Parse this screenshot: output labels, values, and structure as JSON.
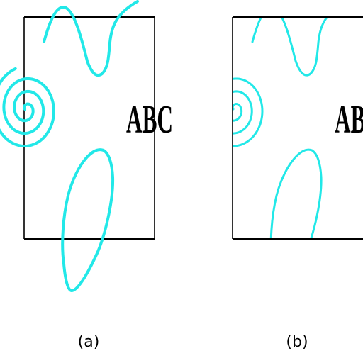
{
  "panel_a": {
    "text": "ABC",
    "caption": "(a)"
  },
  "panel_b": {
    "text": "ABC",
    "caption": "(b)"
  },
  "colors": {
    "curve": "#22e8e8",
    "frame": "#000000",
    "background": "#ffffff"
  }
}
